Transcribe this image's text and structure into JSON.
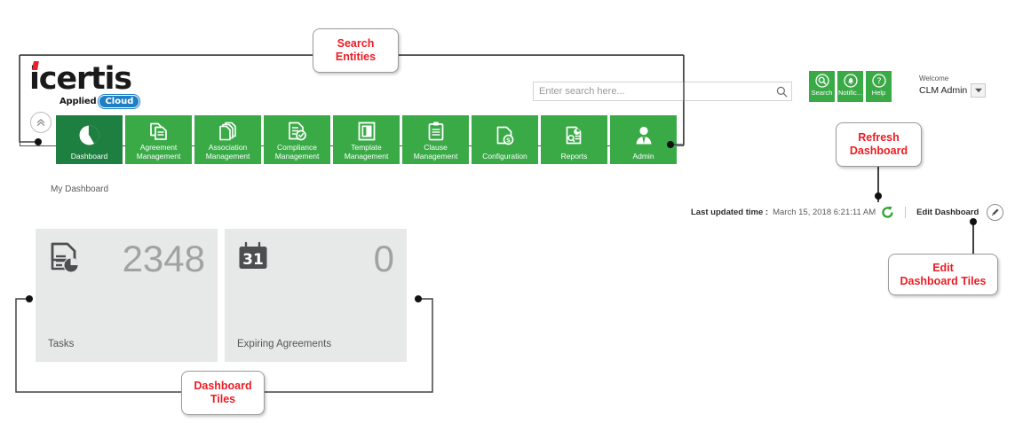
{
  "app": {
    "logo": {
      "word": "icertis",
      "tagline_applied": "Applied",
      "tagline_cloud": "Cloud"
    },
    "collapse_icon": "chevron-double-up-icon"
  },
  "nav": {
    "items": [
      {
        "label": "Dashboard",
        "icon": "pie-chart-icon",
        "active": true
      },
      {
        "label": "Agreement\nManagement",
        "icon": "agreement-doc-icon",
        "active": false
      },
      {
        "label": "Association\nManagement",
        "icon": "stacked-pages-icon",
        "active": false
      },
      {
        "label": "Compliance\nManagement",
        "icon": "doc-check-icon",
        "active": false
      },
      {
        "label": "Template\nManagement",
        "icon": "template-grid-icon",
        "active": false
      },
      {
        "label": "Clause\nManagement",
        "icon": "clipboard-icon",
        "active": false
      },
      {
        "label": "Configuration",
        "icon": "doc-gear-icon",
        "active": false
      },
      {
        "label": "Reports",
        "icon": "report-doc-icon",
        "active": false
      },
      {
        "label": "Admin",
        "icon": "user-admin-icon",
        "active": false
      }
    ]
  },
  "search": {
    "placeholder": "Enter search here...",
    "value": "",
    "submit_icon": "magnifier-icon"
  },
  "utility_tiles": [
    {
      "label": "Search",
      "icon": "magnifier-circle-icon"
    },
    {
      "label": "Notific...",
      "icon": "bell-circle-icon"
    },
    {
      "label": "Help",
      "icon": "question-circle-icon"
    }
  ],
  "welcome": {
    "greeting": "Welcome",
    "user": "CLM Admin",
    "caret_icon": "caret-down-icon"
  },
  "breadcrumb": {
    "label": "My Dashboard"
  },
  "status_bar": {
    "updated_label": "Last updated time :",
    "updated_time": "March 15, 2018 6:21:11 AM",
    "refresh_icon": "refresh-icon",
    "edit_label": "Edit Dashboard",
    "edit_icon": "pencil-icon"
  },
  "dashboard_tiles": [
    {
      "name": "Tasks",
      "count": "2348",
      "icon": "task-doc-pie-icon"
    },
    {
      "name": "Expiring Agreements",
      "count": "0",
      "icon": "calendar-31-icon"
    }
  ],
  "callouts": [
    {
      "id": "search-entities",
      "text": "Search\nEntities"
    },
    {
      "id": "refresh-dashboard",
      "text": "Refresh\nDashboard"
    },
    {
      "id": "edit-dashboard-tiles",
      "text": "Edit\nDashboard Tiles"
    },
    {
      "id": "dashboard-tiles",
      "text": "Dashboard\nTiles"
    }
  ],
  "colors": {
    "tile_green": "#3aaa47",
    "active_green": "#1e8040",
    "callout_red": "#ec1c24",
    "dash_tile_bg": "#e7e9e8",
    "logo_red": "#e8202a",
    "cloud_blue": "#1f7fc4"
  }
}
